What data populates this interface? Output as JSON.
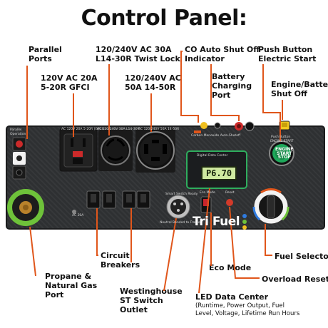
{
  "title": "Control Panel:",
  "callouts": {
    "parallel_ports": [
      "Parallel",
      "Ports"
    ],
    "gfci": [
      "120V AC 20A",
      "5-20R GFCI"
    ],
    "twist_lock": [
      "120/240V AC 30A",
      "L14-30R Twist Lock"
    ],
    "outlet_50a": [
      "120/240V AC",
      "50A 14-50R"
    ],
    "co_shutoff": [
      "CO Auto Shut Off",
      "Indicator"
    ],
    "battery_port": [
      "Battery",
      "Charging",
      "Port"
    ],
    "push_start": [
      "Push Button",
      "Electric Start"
    ],
    "engine_shutoff": [
      "Engine/Battery",
      "Shut Off"
    ],
    "circuit_breakers": [
      "Circuit",
      "Breakers"
    ],
    "fuel_selector": "Fuel Selector",
    "propane_port": [
      "Propane &",
      "Natural Gas",
      "Port"
    ],
    "eco_mode": "Eco Mode",
    "overload_reset": "Overload Reset",
    "st_switch": [
      "Westinghouse",
      "ST Switch",
      "Outlet"
    ],
    "led_center": "LED Data Center",
    "led_center_detail": [
      "(Runtime, Power Output, Fuel",
      "Level, Voltage, Lifetime Run Hours"
    ]
  },
  "panel": {
    "parallel_operation": [
      "Parallel",
      "Operation"
    ],
    "ac_20a_label": "AC 120V 20A 5-20R (GFCI)",
    "ac_30a_label": "AC 120/240V 30A L14-30R",
    "ac_50a_label": "AC 120/240V 50A 14-50R",
    "co_label": "Carbon Monoxide Auto-Shutoff",
    "breaker_label": "AC 20A",
    "smart_switch_label": "Smart Switch Ready",
    "neutral_label": "Neutral Bonded to Frame",
    "digital_data_center": "Digital Data Center",
    "lcd_value": "P6.70",
    "eco_label": "Eco Mode",
    "reset_label": "Reset",
    "push_button_label": "Push Button",
    "engine_start_label": "ENGINE START",
    "start_stop": [
      "ENGINE",
      "START",
      "STOP"
    ],
    "brand": "Tri Fuel"
  },
  "colors": {
    "callout_line": "#e0561b",
    "panel": "#2e3032",
    "start_button": "#1ea85a",
    "eco_switch": "#c9252c",
    "reset_button": "#d23a2a"
  }
}
